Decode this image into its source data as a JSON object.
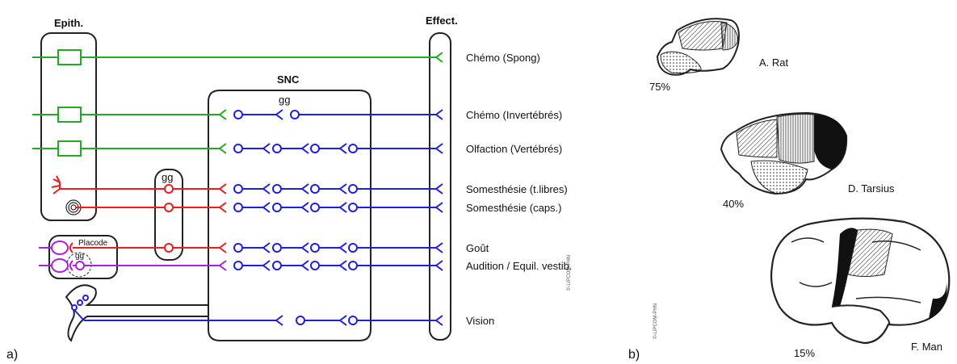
{
  "panel_a": {
    "label": "a)",
    "headers": {
      "epith": "Epith.",
      "effect": "Effect.",
      "snc": "SNC"
    },
    "gg_top": "gg",
    "gg_mid": "gg",
    "placode": "Placode",
    "placode_gg": "gg",
    "credit": "©-LIPCOM-PHN",
    "rows": [
      {
        "label": "Chémo (Spong)",
        "color": "#22aa22"
      },
      {
        "label": "Chémo (Invertébrés)",
        "color": "#1f1fe0"
      },
      {
        "label": "Olfaction (Vertébrés)",
        "color": "#1f1fe0"
      },
      {
        "label": "Somesthésie (t.libres)",
        "color": "#ee1c1c"
      },
      {
        "label": "Somesthésie (caps.)",
        "color": "#ee1c1c"
      },
      {
        "label": "Goût",
        "color": "#ee1c1c"
      },
      {
        "label": "Audition / Equil. vestib.",
        "color": "#aa22dd"
      },
      {
        "label": "Vision",
        "color": "#1f1fe0"
      }
    ]
  },
  "panel_b": {
    "label": "b)",
    "credit": "©-LIPCOM-PHN",
    "brains": [
      {
        "name": "A. Rat",
        "percent": "75%"
      },
      {
        "name": "D. Tarsius",
        "percent": "40%"
      },
      {
        "name": "F. Man",
        "percent": "15%"
      }
    ]
  }
}
